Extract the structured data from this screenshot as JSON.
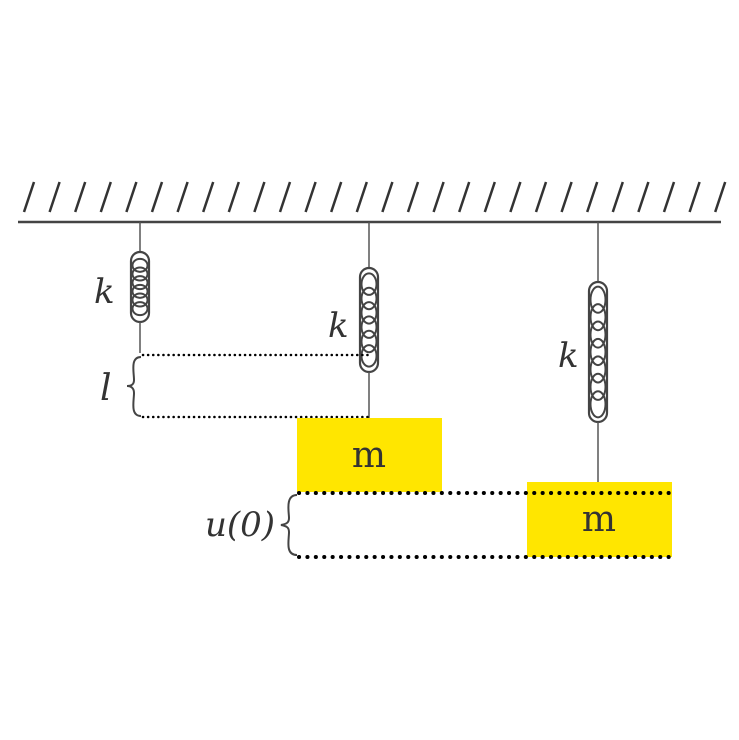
{
  "diagram": {
    "spring_labels": [
      "k",
      "k",
      "k"
    ],
    "mass_labels": [
      "m",
      "m"
    ],
    "length_label": "l",
    "displacement_label": "u(0)",
    "colors": {
      "mass": "#ffe600",
      "line": "#444444",
      "dots": "#000000"
    }
  }
}
